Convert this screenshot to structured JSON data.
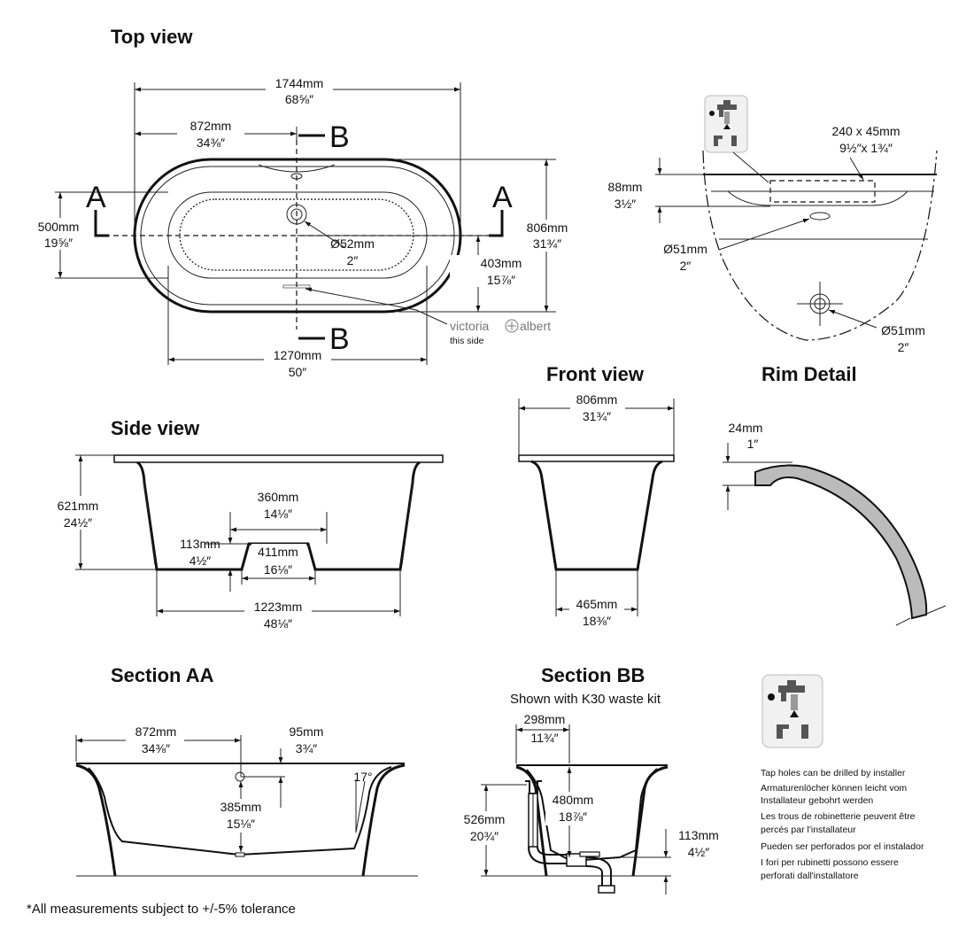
{
  "headings": {
    "top_view": "Top view",
    "side_view": "Side view",
    "front_view": "Front view",
    "rim_detail": "Rim Detail",
    "section_aa": "Section AA",
    "section_bb": "Section BB",
    "section_bb_sub": "Shown with K30 waste kit"
  },
  "markers": {
    "a": "A",
    "b": "B"
  },
  "brand": {
    "name_left": "victoria",
    "name_right": "albert",
    "note": "this side"
  },
  "top_view": {
    "length_mm": "1744mm",
    "length_in": "68⅝″",
    "half_mm": "872mm",
    "half_in": "34⅜″",
    "width_mm": "806mm",
    "width_in": "31¾″",
    "inner_width_mm": "500mm",
    "inner_width_in": "19⅝″",
    "waste_mm": "Ø52mm",
    "waste_in": "2″",
    "offset_mm": "403mm",
    "offset_in": "15⅞″",
    "base_mm": "1270mm",
    "base_in": "50″"
  },
  "tap_detail": {
    "hole_mm": "240 x 45mm",
    "hole_in": "9½″x 1¾″",
    "depth_mm": "88mm",
    "depth_in": "3½″",
    "overflow_mm": "Ø51mm",
    "overflow_in": "2″",
    "waste_mm": "Ø51mm",
    "waste_in": "2″"
  },
  "side_view": {
    "height_mm": "621mm",
    "height_in": "24½″",
    "top_mm": "360mm",
    "top_in": "14⅛″",
    "step_mm": "113mm",
    "step_in": "4½″",
    "plinth_mm": "411mm",
    "plinth_in": "16⅛″",
    "base_mm": "1223mm",
    "base_in": "48⅛″"
  },
  "front_view": {
    "width_mm": "806mm",
    "width_in": "31¾″",
    "base_mm": "465mm",
    "base_in": "18⅜″"
  },
  "rim_detail": {
    "rim_mm": "24mm",
    "rim_in": "1″"
  },
  "section_aa": {
    "half_mm": "872mm",
    "half_in": "34⅜″",
    "overflow_mm": "95mm",
    "overflow_in": "3¾″",
    "angle": "17°",
    "depth_mm": "385mm",
    "depth_in": "15⅛″"
  },
  "section_bb": {
    "width_mm": "298mm",
    "width_in": "11¾″",
    "height_mm": "526mm",
    "height_in": "20¾″",
    "depth_mm": "480mm",
    "depth_in": "18⅞″",
    "step_mm": "113mm",
    "step_in": "4½″"
  },
  "tap_note_lines": [
    "Tap holes can be drilled by installer",
    "Armaturenlöcher können leicht vom",
    "Installateur gebohrt werden",
    "Les trous de robinetterie peuvent être",
    "percés par l'installateur",
    "Pueden ser perforados por el instalador",
    "I fori per rubinetti possono essere",
    "perforati dall'installatore"
  ],
  "footnote": "*All measurements subject to +/-5% tolerance"
}
